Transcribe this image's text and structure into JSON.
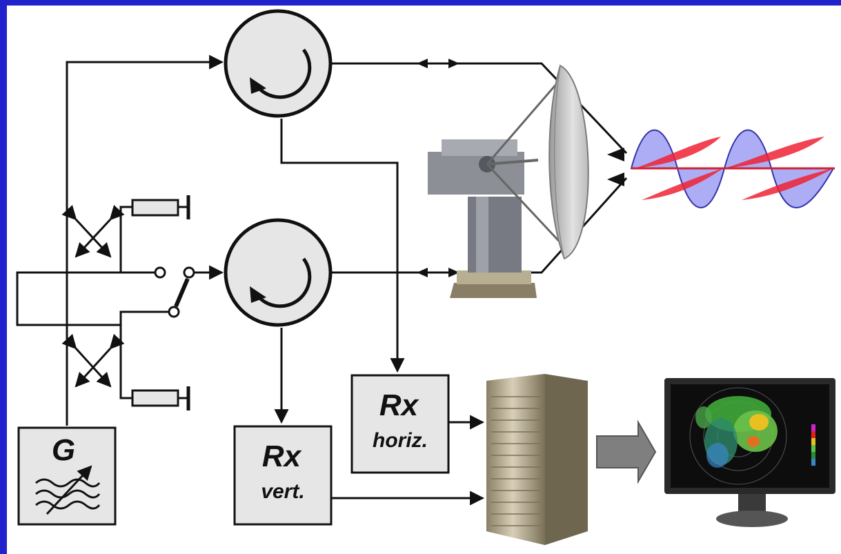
{
  "diagram": {
    "generator": {
      "label": "G"
    },
    "receiver_horizontal": {
      "label": "Rx",
      "sublabel": "horiz."
    },
    "receiver_vertical": {
      "label": "Rx",
      "sublabel": "vert."
    }
  },
  "colors": {
    "background_border": "#2222cc",
    "block_fill": "#e6e6e6",
    "wave_blue": "#7777ee",
    "wave_red": "#ee2233"
  }
}
